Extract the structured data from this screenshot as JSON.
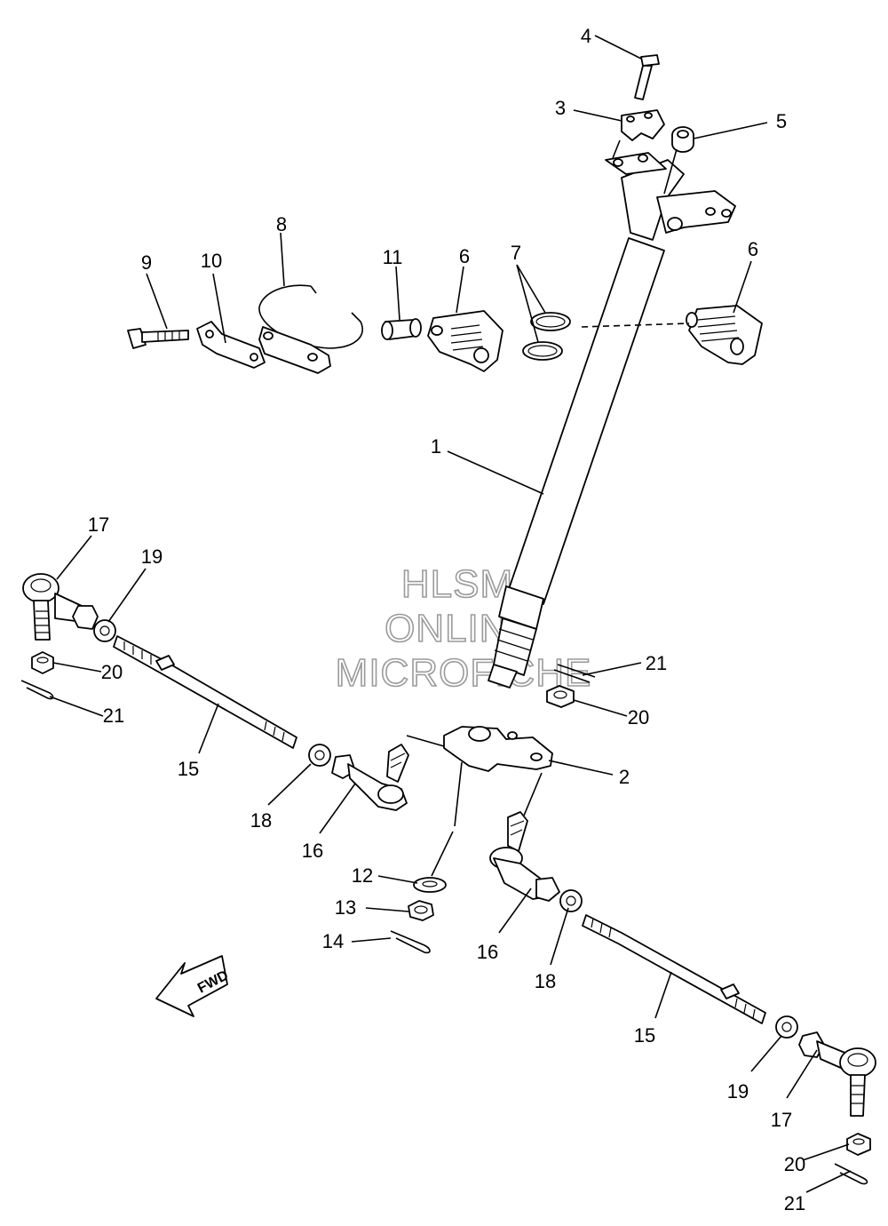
{
  "callouts": [
    {
      "id": "c4",
      "text": "4"
    },
    {
      "id": "c3",
      "text": "3"
    },
    {
      "id": "c5",
      "text": "5"
    },
    {
      "id": "c8",
      "text": "8"
    },
    {
      "id": "c9",
      "text": "9"
    },
    {
      "id": "c10",
      "text": "10"
    },
    {
      "id": "c11",
      "text": "11"
    },
    {
      "id": "c6a",
      "text": "6"
    },
    {
      "id": "c7",
      "text": "7"
    },
    {
      "id": "c6b",
      "text": "6"
    },
    {
      "id": "c1",
      "text": "1"
    },
    {
      "id": "c17a",
      "text": "17"
    },
    {
      "id": "c19a",
      "text": "19"
    },
    {
      "id": "c20a",
      "text": "20"
    },
    {
      "id": "c21a",
      "text": "21"
    },
    {
      "id": "c15a",
      "text": "15"
    },
    {
      "id": "c18a",
      "text": "18"
    },
    {
      "id": "c16a",
      "text": "16"
    },
    {
      "id": "c21b",
      "text": "21"
    },
    {
      "id": "c20b",
      "text": "20"
    },
    {
      "id": "c2",
      "text": "2"
    },
    {
      "id": "c12",
      "text": "12"
    },
    {
      "id": "c13",
      "text": "13"
    },
    {
      "id": "c14",
      "text": "14"
    },
    {
      "id": "c16b",
      "text": "16"
    },
    {
      "id": "c18b",
      "text": "18"
    },
    {
      "id": "c15b",
      "text": "15"
    },
    {
      "id": "c19b",
      "text": "19"
    },
    {
      "id": "c17b",
      "text": "17"
    },
    {
      "id": "c20c",
      "text": "20"
    },
    {
      "id": "c21c",
      "text": "21"
    }
  ],
  "watermark": [
    "HLSM",
    "ONLINE",
    "MICROFICHE"
  ],
  "direction_arrow": {
    "text": "FWD"
  }
}
